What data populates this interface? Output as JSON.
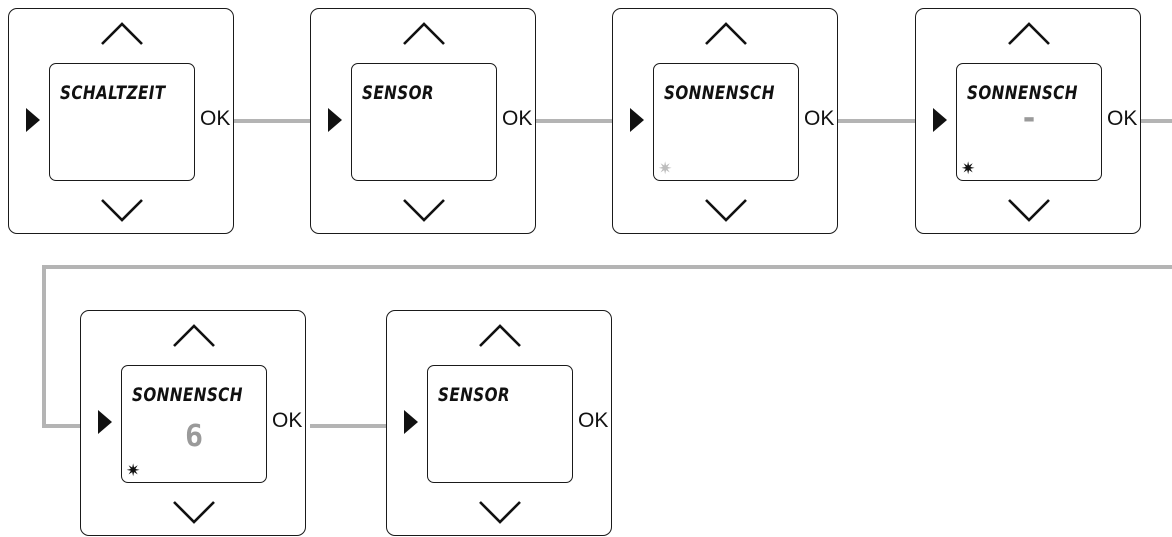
{
  "diagram": {
    "ok_label": "OK",
    "colors": {
      "line": "#b4b4b4",
      "outline": "#1a1a1a",
      "dim": "#bdbdbd",
      "value": "#9a9a9a"
    },
    "icons": {
      "up": "chevron-up-icon",
      "down": "chevron-down-icon",
      "select": "triangle-right-icon",
      "sun": "sun-icon"
    },
    "steps": [
      {
        "display": "SCHALTZEIT",
        "value": "",
        "sun": "none"
      },
      {
        "display": "SENSOR",
        "value": "",
        "sun": "none"
      },
      {
        "display": "SONNENSCH",
        "value": "",
        "sun": "dim"
      },
      {
        "display": "SONNENSCH",
        "value": "-",
        "sun": "on"
      },
      {
        "display": "SONNENSCH",
        "value": "6",
        "sun": "on"
      },
      {
        "display": "SENSOR",
        "value": "",
        "sun": "none"
      }
    ]
  }
}
